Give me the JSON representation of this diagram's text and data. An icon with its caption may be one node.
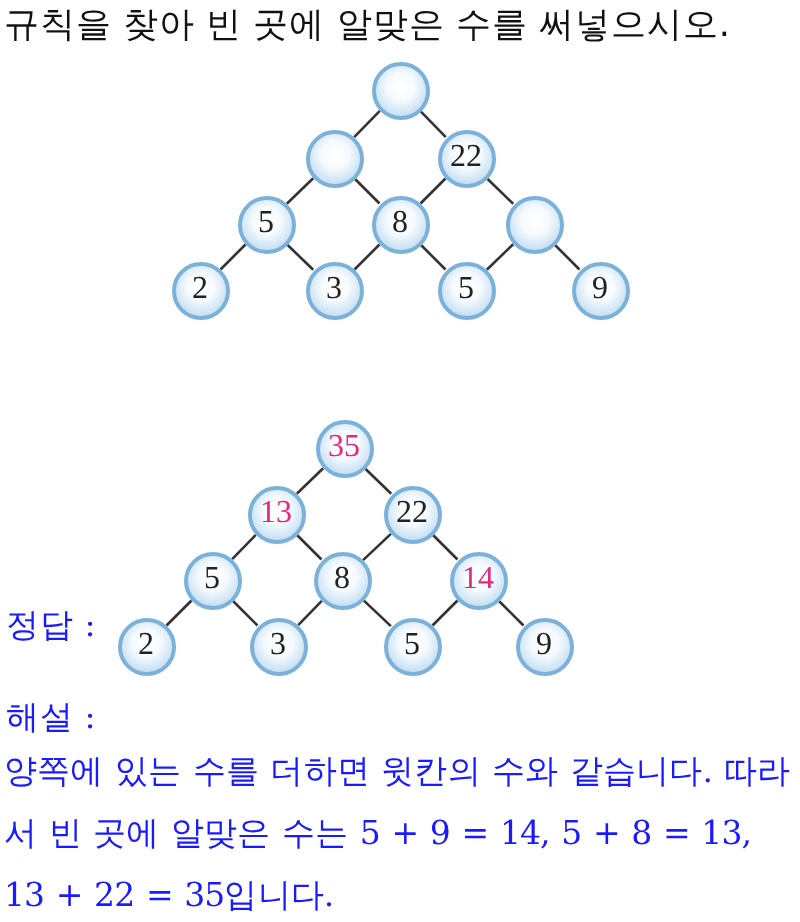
{
  "diagram": {
    "title": "규칙을 찾아 빈 곳에 알맞은 수를 써넣으시오.",
    "nodes": [
      {
        "text": [],
        "shape": "circle"
      },
      {
        "text": [],
        "shape": "circle"
      },
      {
        "text": [
          "22"
        ]
      },
      {
        "text": [
          "5"
        ]
      },
      {
        "text": [
          "8"
        ]
      },
      {
        "text": [],
        "shape": "circle"
      },
      {
        "text": [
          "2"
        ]
      },
      {
        "text": [
          "3"
        ]
      },
      {
        "text": [
          "5"
        ]
      },
      {
        "text": [
          "9"
        ]
      },
      {
        "text": [
          "35"
        ]
      },
      {
        "text": [
          "13"
        ]
      },
      {
        "text": [
          "22"
        ]
      },
      {
        "text": [
          "5"
        ]
      },
      {
        "text": [
          "8"
        ]
      },
      {
        "text": [
          "14"
        ]
      },
      {
        "text": [
          "2"
        ]
      },
      {
        "text": [
          "3"
        ]
      },
      {
        "text": [
          "5"
        ]
      },
      {
        "text": [
          "9"
        ]
      }
    ],
    "edges": [
      {
        "from": 0,
        "to": 1,
        "arrow": "none"
      },
      {
        "from": 0,
        "to": 2,
        "arrow": "none"
      },
      {
        "from": 1,
        "to": 3,
        "arrow": "none"
      },
      {
        "from": 1,
        "to": 4,
        "arrow": "none"
      },
      {
        "from": 2,
        "to": 4,
        "arrow": "none"
      },
      {
        "from": 2,
        "to": 5,
        "arrow": "none"
      },
      {
        "from": 3,
        "to": 6,
        "arrow": "none"
      },
      {
        "from": 3,
        "to": 7,
        "arrow": "none"
      },
      {
        "from": 4,
        "to": 7,
        "arrow": "none"
      },
      {
        "from": 4,
        "to": 8,
        "arrow": "none"
      },
      {
        "from": 5,
        "to": 8,
        "arrow": "none"
      },
      {
        "from": 5,
        "to": 9,
        "arrow": "none"
      },
      {
        "from": 10,
        "to": 11,
        "arrow": "none"
      },
      {
        "from": 10,
        "to": 12,
        "arrow": "none"
      },
      {
        "from": 11,
        "to": 13,
        "arrow": "none"
      },
      {
        "from": 11,
        "to": 14,
        "arrow": "none"
      },
      {
        "from": 12,
        "to": 14,
        "arrow": "none"
      },
      {
        "from": 12,
        "to": 15,
        "arrow": "none"
      },
      {
        "from": 13,
        "to": 16,
        "arrow": "none"
      },
      {
        "from": 13,
        "to": 17,
        "arrow": "none"
      },
      {
        "from": 14,
        "to": 17,
        "arrow": "none"
      },
      {
        "from": 14,
        "to": 18,
        "arrow": "none"
      },
      {
        "from": 15,
        "to": 18,
        "arrow": "none"
      },
      {
        "from": 15,
        "to": 19,
        "arrow": "none"
      }
    ],
    "labels": [
      "정답 :",
      "해설 :",
      "양쪽에 있는 수를 더하면 윗칸의 수와 같습니다. 따라서 빈 곳에 알맞은 수는 5 + 9 = 14, 5 + 8 = 13, 13 + 22 = 35입니다."
    ]
  }
}
